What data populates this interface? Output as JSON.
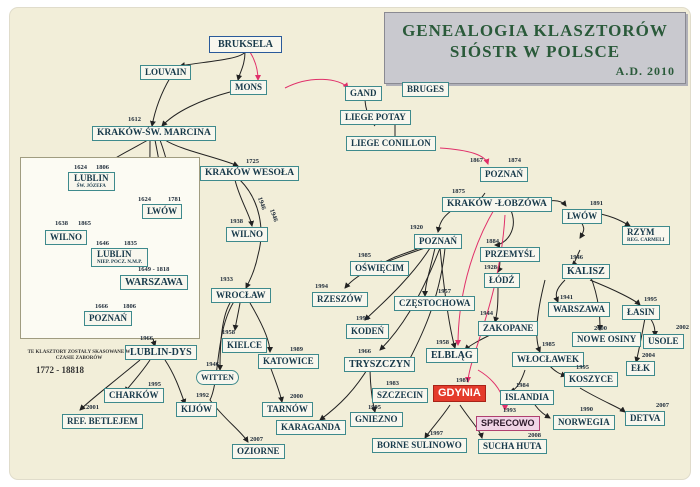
{
  "title": {
    "line1": "GENEALOGIA KLASZTORÓW",
    "line2": "SIÓSTR W POLSCE",
    "line3": "A.D. 2010"
  },
  "note": {
    "text": "TE KLASZTORY ZOSTAŁY SKASOWANE W CZASIE ZABORÓW",
    "years": "1772 - 18818"
  },
  "colors": {
    "line": "#222222",
    "highlight_line": "#e0306a",
    "node_border": "#3e8a8c",
    "highlight_node": "#e43b2c"
  },
  "nodes": {
    "bruksela": "BRUKSELA",
    "louvain": "LOUVAIN",
    "mons": "MONS",
    "gand": "GAND",
    "bruges": "BRUGES",
    "liege_potay": "LIEGE POTAY",
    "liege_conillon": "LIEGE CONILLON",
    "krakow_sw_marcina": "KRAKÓW-ŚW. MARCINA",
    "lublin_sw_jozefa": "LUBLIN",
    "lublin_sw_jozefa_sub": "ŚW. JÓZEFA",
    "lwow_old": "LWÓW",
    "wilno_old": "WILNO",
    "lublin_npn": "LUBLIN",
    "lublin_npn_sub": "NIEP. POCZ. N.M.P.",
    "warszawa_old": "WARSZAWA",
    "poznan_old": "POZNAŃ",
    "krakow_wesola": "KRAKÓW WESOŁA",
    "wilno": "WILNO",
    "wroclaw": "WROCŁAW",
    "kielce": "KIELCE",
    "katowice": "KATOWICE",
    "witten": "WITTEN",
    "tarnow": "TARNÓW",
    "lublin_dys": "LUBLIN-DYS",
    "charkow": "CHARKÓW",
    "kijow": "KIJÓW",
    "ref_betlejem": "REF. BETLEJEM",
    "ozorne": "OZIORNE",
    "poznan": "POZNAŃ",
    "krakow_lobzowa": "KRAKÓW -ŁOBZÓWA",
    "poznan2": "POZNAŃ",
    "oswiecim": "OŚWIĘCIM",
    "rzeszow": "RZESZÓW",
    "czestochowa": "CZĘSTOCHOWA",
    "koden": "KODEŃ",
    "tryszczyn": "TRYSZCZYN",
    "karaganda": "KARAGANDA",
    "gniezno": "GNIEZNO",
    "szczecin": "SZCZECIN",
    "elblag": "ELBLĄG",
    "gdynia": "GDYNIA",
    "sprecowo": "SPRECOWO",
    "borne_sulinowo": "BORNE SULINOWO",
    "sucha_huta": "SUCHA HUTA",
    "przemysl": "PRZEMYŚL",
    "lodz": "ŁÓDŹ",
    "zakopane": "ZAKOPANE",
    "lwow": "LWÓW",
    "rzym": "RZYM",
    "rzym_sub": "REG. CARMELI",
    "kalisz": "KALISZ",
    "warszawa": "WARSZAWA",
    "nowe_osiny": "NOWE OSINY",
    "lasin": "ŁASIN",
    "usole": "USOLE",
    "elk": "EŁK",
    "wloclawek": "WŁOCŁAWEK",
    "koszyce": "KOSZYCE",
    "islandia": "ISLANDIA",
    "norwegia": "NORWEGIA",
    "detva": "DETVA"
  },
  "years": {
    "y1612": "1612",
    "y1624a": "1624",
    "y1806": "1806",
    "y1624b": "1624",
    "y1781": "1781",
    "y1638": "1638",
    "y1865": "1865",
    "y1646": "1646",
    "y1835": "1835",
    "y1649": "1649 - 1818",
    "y1666": "1666",
    "y1806b": "1806",
    "y1725": "1725",
    "y1938": "1938",
    "y1946a": "1946",
    "y1946b": "1946",
    "y1933": "1933",
    "y1958": "1958",
    "y1989": "1989",
    "y1946c": "1946",
    "y2000": "2000",
    "y1966": "1966",
    "y1995a": "1995",
    "y1992": "1992",
    "y2001": "2001",
    "y2007a": "2007",
    "y1867": "1867",
    "y1874": "1874",
    "y1875": "1875",
    "y1891": "1891",
    "y1920": "1920",
    "y1985a": "1985",
    "y1994a": "1994",
    "y1957": "1957",
    "y1994b": "1994",
    "y1966b": "1966",
    "y1998": "1998",
    "y1995b": "1995",
    "y1983": "1983",
    "y1958b": "1958",
    "y1981": "1981",
    "y1993": "1993",
    "y1997": "1997",
    "y2008": "2008",
    "y1884": "1884",
    "y1928": "1928",
    "y1944": "1944",
    "y1946d": "1946",
    "y1941": "1941",
    "y2000b": "2000",
    "y1995c": "1995",
    "y2002": "2002",
    "y2004": "2004",
    "y1985b": "1985",
    "y1995d": "1995",
    "y1984": "1984",
    "y1990": "1990",
    "y2007b": "2007"
  }
}
